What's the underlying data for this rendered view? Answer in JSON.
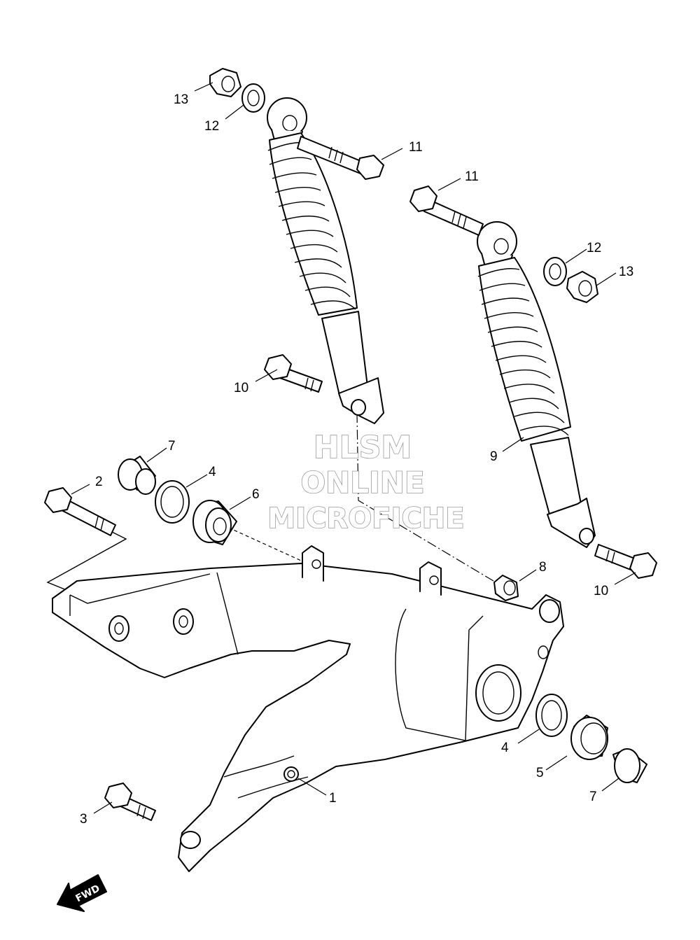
{
  "watermark": {
    "line1": "HLSM",
    "line2": "ONLINE",
    "line3": "MICROFICHE"
  },
  "fwd_label": "FWD",
  "callouts": [
    {
      "id": "c13a",
      "label": "13"
    },
    {
      "id": "c12a",
      "label": "12"
    },
    {
      "id": "c11a",
      "label": "11"
    },
    {
      "id": "c11b",
      "label": "11"
    },
    {
      "id": "c12b",
      "label": "12"
    },
    {
      "id": "c13b",
      "label": "13"
    },
    {
      "id": "c10a",
      "label": "10"
    },
    {
      "id": "c7a",
      "label": "7"
    },
    {
      "id": "c2",
      "label": "2"
    },
    {
      "id": "c4a",
      "label": "4"
    },
    {
      "id": "c6",
      "label": "6"
    },
    {
      "id": "c9",
      "label": "9"
    },
    {
      "id": "c8",
      "label": "8"
    },
    {
      "id": "c10b",
      "label": "10"
    },
    {
      "id": "c4b",
      "label": "4"
    },
    {
      "id": "c5",
      "label": "5"
    },
    {
      "id": "c7b",
      "label": "7"
    },
    {
      "id": "c1",
      "label": "1"
    },
    {
      "id": "c3",
      "label": "3"
    }
  ]
}
